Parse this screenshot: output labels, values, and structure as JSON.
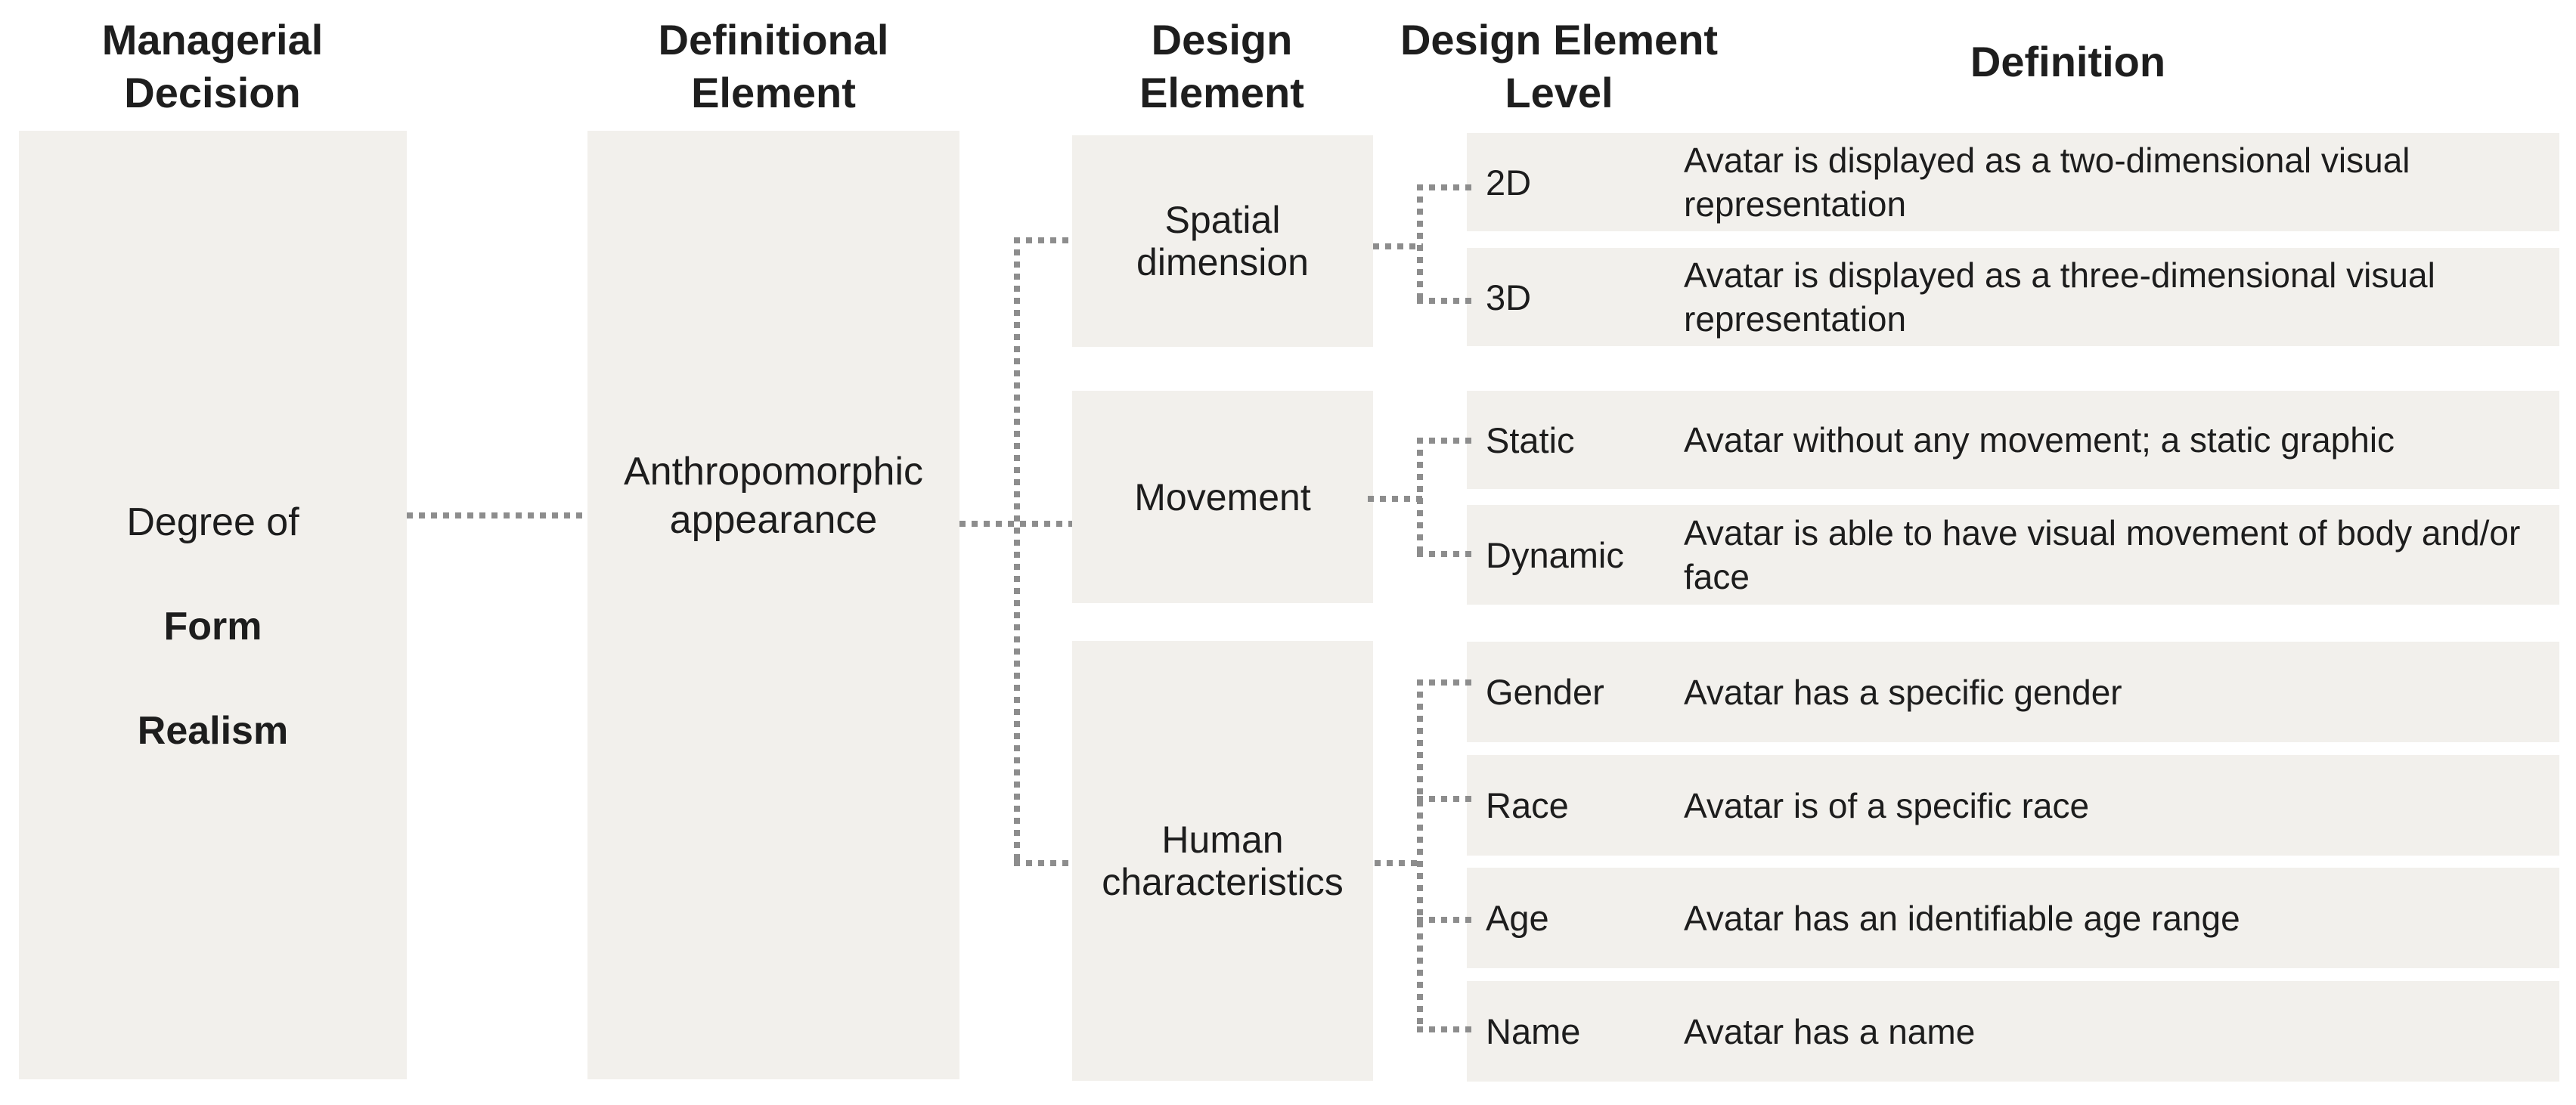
{
  "headers": {
    "managerial_decision": "Managerial\nDecision",
    "definitional_element": "Definitional\nElement",
    "design_element": "Design\nElement",
    "design_element_level": "Design Element\nLevel",
    "definition": "Definition"
  },
  "managerial_box": {
    "line1": "Degree of",
    "line2_bold": "Form",
    "line3_bold": "Realism"
  },
  "definitional_box": {
    "label": "Anthropomorphic\nappearance"
  },
  "design_elements": [
    {
      "label": "Spatial\ndimension"
    },
    {
      "label": "Movement"
    },
    {
      "label": "Human\ncharacteristics"
    }
  ],
  "rows": [
    {
      "level": "2D",
      "definition": "Avatar is displayed as a two-dimensional visual representation"
    },
    {
      "level": "3D",
      "definition": "Avatar is displayed as a three-dimensional visual representation"
    },
    {
      "level": "Static",
      "definition": "Avatar without any movement; a static graphic"
    },
    {
      "level": "Dynamic",
      "definition": "Avatar is able to have visual movement of body and/or face"
    },
    {
      "level": "Gender",
      "definition": "Avatar has a specific gender"
    },
    {
      "level": "Race",
      "definition": "Avatar is of a specific race"
    },
    {
      "level": "Age",
      "definition": "Avatar has an identifiable age range"
    },
    {
      "level": "Name",
      "definition": "Avatar has a name"
    }
  ],
  "colors": {
    "background": "#ffffff",
    "box_fill": "#f2f0ec",
    "connector_dots": "#8d8d8d",
    "text": "#1d1d1d"
  }
}
